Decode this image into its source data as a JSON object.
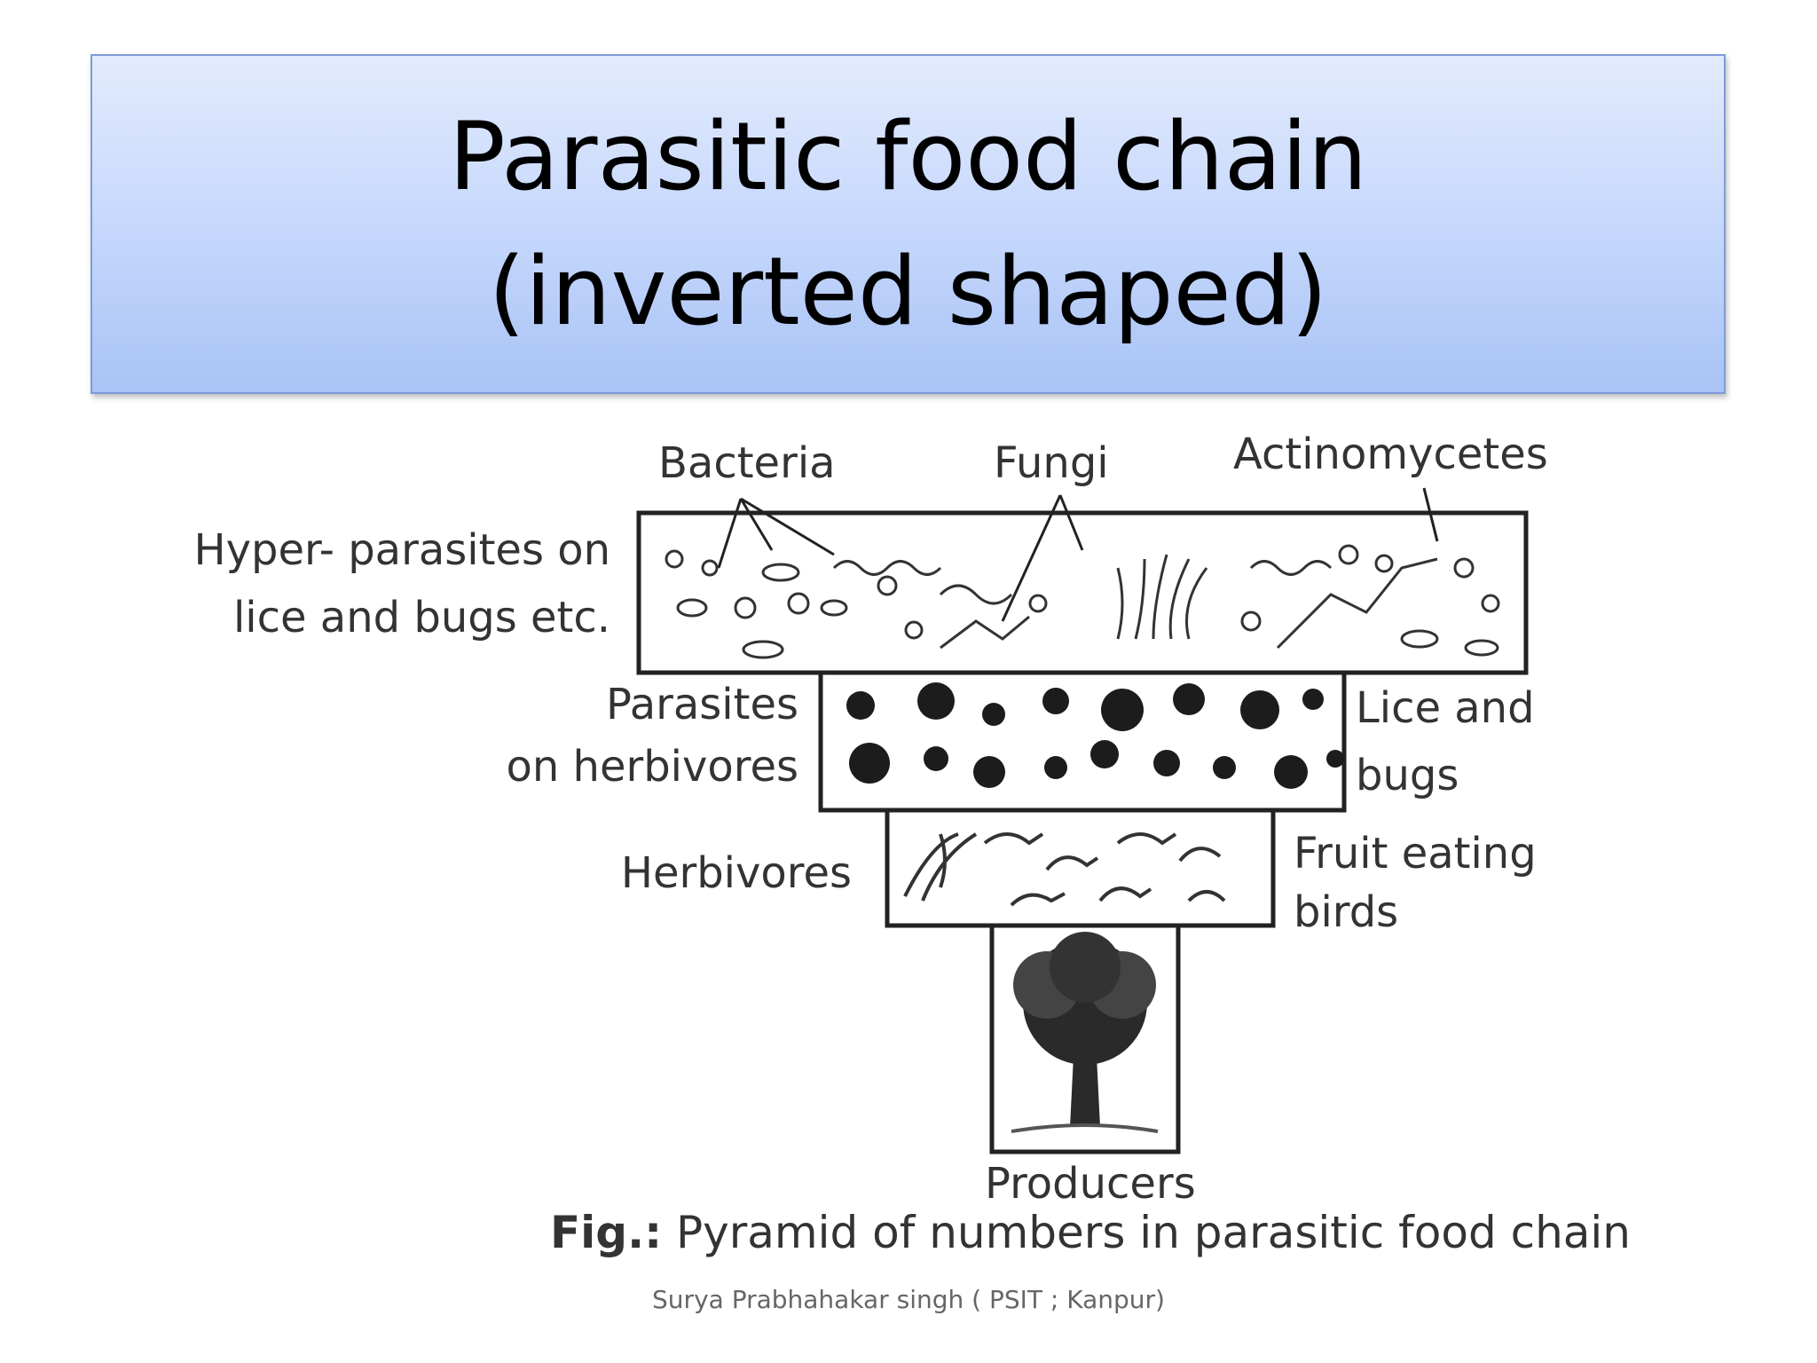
{
  "title": {
    "line1": "Parasitic food chain",
    "line2": "(inverted shaped)"
  },
  "pyramid": {
    "top_labels": {
      "bacteria": "Bacteria",
      "fungi": "Fungi",
      "actinomycetes": "Actinomycetes"
    },
    "left_labels": {
      "hyper_parasites_line1": "Hyper- parasites on",
      "hyper_parasites_line2": "lice and bugs etc.",
      "parasites_line1": "Parasites",
      "parasites_line2": "on herbivores",
      "herbivores": "Herbivores"
    },
    "right_labels": {
      "lice_line1": "Lice and",
      "lice_line2": "bugs",
      "birds_line1": "Fruit eating",
      "birds_line2": "birds"
    },
    "bottom_label": "Producers",
    "caption_prefix": "Fig.:",
    "caption_text": " Pyramid of numbers in parasitic food chain"
  },
  "footer": "Surya Prabhahakar singh ( PSIT ; Kanpur)"
}
